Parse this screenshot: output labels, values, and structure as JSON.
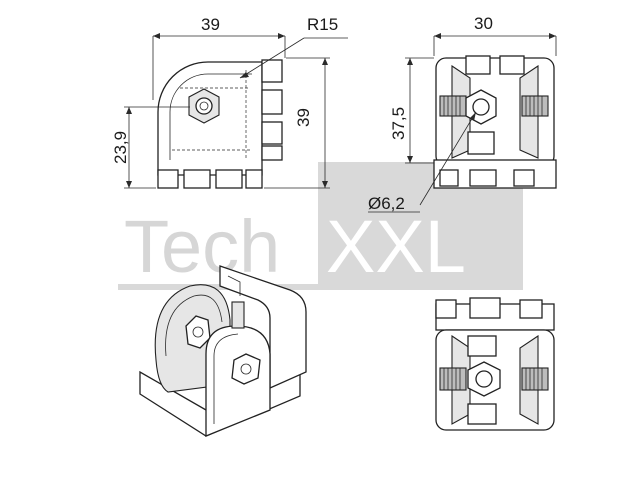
{
  "dimensions": {
    "front_width": "39",
    "radius": "R15",
    "front_height": "39",
    "hole_height": "23,9",
    "side_width": "30",
    "side_height": "37,5",
    "hole_diameter": "Ø6,2"
  },
  "watermark": {
    "text_left": "Tech",
    "text_right": "XXL"
  },
  "colors": {
    "line": "#2a2a2a",
    "watermark_gray": "#d6d6d6",
    "watermark_box": "#d9d9d9",
    "part_fill": "#ffffff",
    "part_shade": "#e6e6e6"
  }
}
